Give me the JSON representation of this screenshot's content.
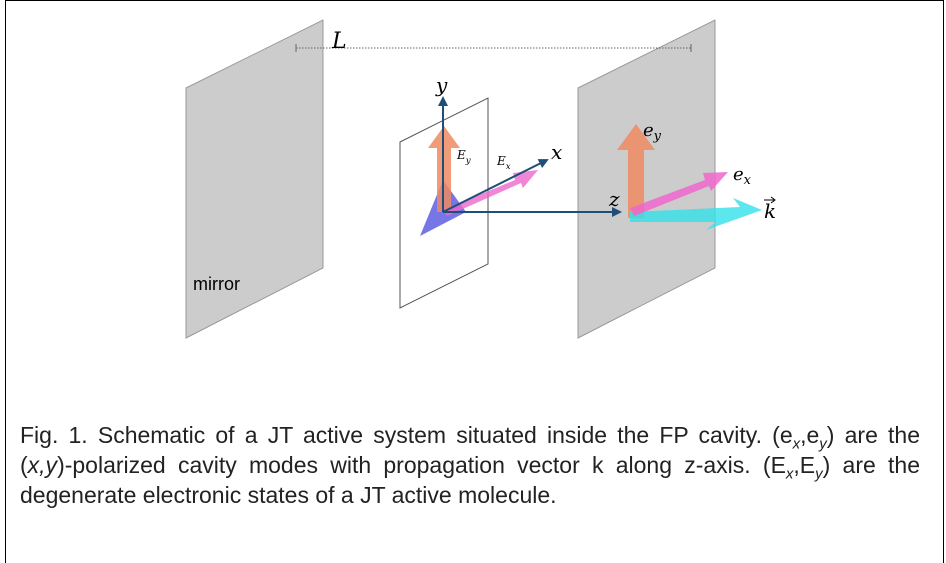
{
  "labels": {
    "cavity_length": "L",
    "mirror": "mirror",
    "axis_y": "y",
    "axis_x": "x",
    "axis_z": "z",
    "state_Ey": "E_y",
    "state_Ex": "E_x",
    "mode_ey": "e_y",
    "mode_ex": "e_x",
    "wavevector": "k"
  },
  "caption": {
    "line1": "Fig. 1. Schematic of a JT active system situated inside the FP cavity.",
    "p1": "(e",
    "sub1": "x",
    "p2": ",e",
    "sub2": "y",
    "p3": ") are the (",
    "it1": "x,y",
    "p4": ")-polarized cavity modes with propagation vector k along z-axis. (E",
    "sub3": "x",
    "p5": ",E",
    "sub4": "y",
    "p6": ") are the degenerate electronic states of a JT active molecule."
  },
  "colors": {
    "mirror_fill": "#cccccc",
    "axis_color": "#1f4e79",
    "orange_arrow": "#ee8a62",
    "pink_arrow": "#ee66cc",
    "cyan_arrow": "#33e0e8",
    "molecule_fill": "#5555dd"
  }
}
